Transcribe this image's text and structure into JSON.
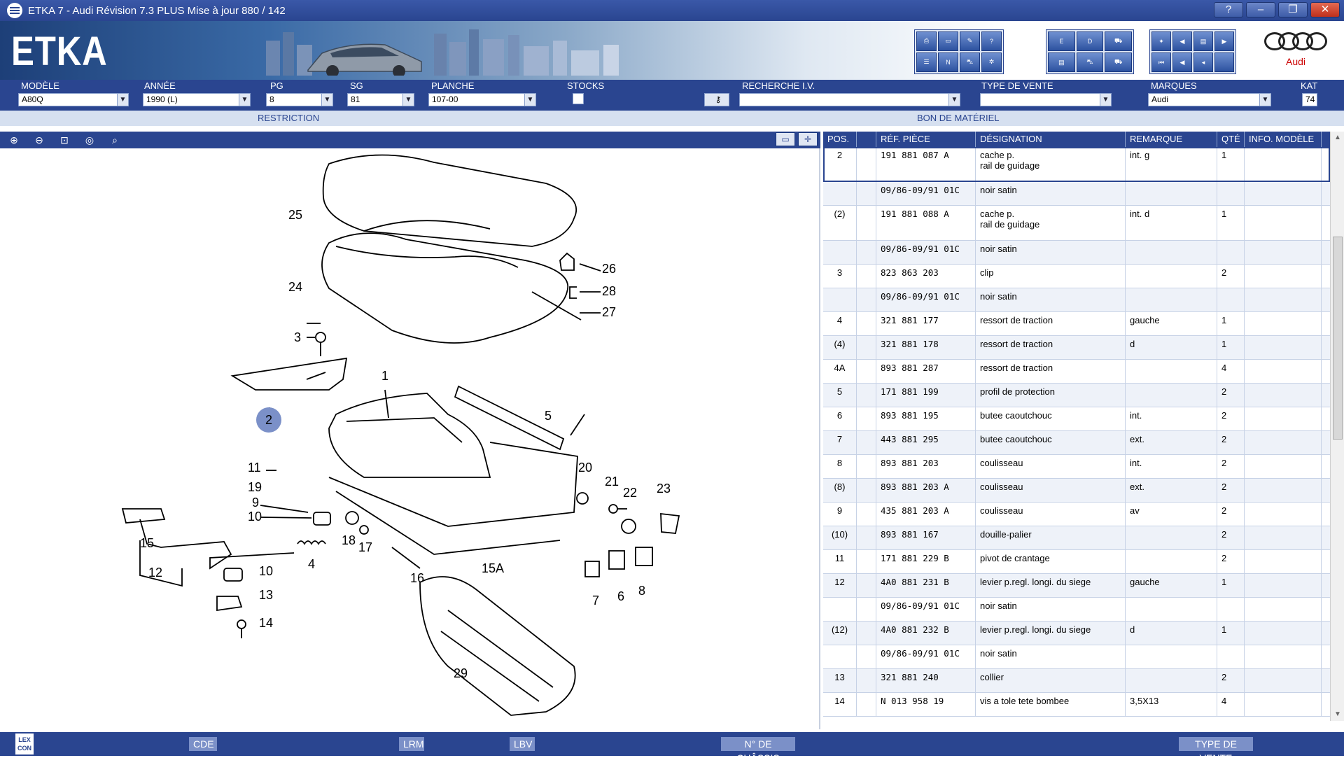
{
  "window": {
    "title": "ETKA 7 - Audi Révision 7.3 PLUS Mise à jour 880 / 142",
    "buttons": [
      "?",
      "–",
      "❐",
      "✕"
    ]
  },
  "banner": {
    "logo": "ETKA",
    "brand": "Audi"
  },
  "selectors": {
    "modele": {
      "label": "MODÈLE",
      "value": "A80Q"
    },
    "annee": {
      "label": "ANNÉE",
      "value": "1990 (L)"
    },
    "pg": {
      "label": "PG",
      "value": "8"
    },
    "sg": {
      "label": "SG",
      "value": "81"
    },
    "planche": {
      "label": "PLANCHE",
      "value": "107-00"
    },
    "stocks": {
      "label": "STOCKS"
    },
    "recherche": {
      "label": "RECHERCHE I.V.",
      "value": ""
    },
    "type_vente": {
      "label": "TYPE DE VENTE",
      "value": ""
    },
    "marques": {
      "label": "MARQUES",
      "value": "Audi"
    },
    "kat": {
      "label": "KAT",
      "value": "74"
    }
  },
  "bar2": {
    "restriction": "RESTRICTION",
    "bon": "BON DE MATÉRIEL"
  },
  "viewer": {
    "zoom_buttons": [
      "zoom-in-icon",
      "zoom-out-icon",
      "zoom-fit-icon",
      "zoom-100-icon",
      "search-icon"
    ],
    "callouts": [
      "25",
      "24",
      "26",
      "28",
      "27",
      "3",
      "1",
      "2",
      "5",
      "11",
      "19",
      "9",
      "10",
      "15",
      "12",
      "20",
      "21",
      "22",
      "23",
      "18",
      "17",
      "4",
      "16",
      "15A",
      "10",
      "13",
      "14",
      "7",
      "6",
      "8",
      "29"
    ]
  },
  "table": {
    "headers": {
      "pos": "POS.",
      "ref": "RÉF. PIÈCE",
      "des": "DÉSIGNATION",
      "rem": "REMARQUE",
      "qte": "QTÉ",
      "info": "INFO. MODÈLE"
    },
    "rows": [
      {
        "pos": "2",
        "ref": "191 881 087 A",
        "des": "cache p.\nrail de guidage",
        "rem": "int. g",
        "qte": "1",
        "info": ""
      },
      {
        "pos": "",
        "ref": "09/86-09/91 01C",
        "des": "noir satin",
        "rem": "",
        "qte": "",
        "info": ""
      },
      {
        "pos": "(2)",
        "ref": "191 881 088 A",
        "des": "cache p.\nrail de guidage",
        "rem": "int. d",
        "qte": "1",
        "info": ""
      },
      {
        "pos": "",
        "ref": "09/86-09/91 01C",
        "des": "noir satin",
        "rem": "",
        "qte": "",
        "info": ""
      },
      {
        "pos": "3",
        "ref": "823 863 203",
        "des": "clip",
        "rem": "",
        "qte": "2",
        "info": ""
      },
      {
        "pos": "",
        "ref": "09/86-09/91 01C",
        "des": "noir satin",
        "rem": "",
        "qte": "",
        "info": ""
      },
      {
        "pos": "4",
        "ref": "321 881 177",
        "des": "ressort de traction",
        "rem": "gauche",
        "qte": "1",
        "info": ""
      },
      {
        "pos": "(4)",
        "ref": "321 881 178",
        "des": "ressort de traction",
        "rem": "d",
        "qte": "1",
        "info": ""
      },
      {
        "pos": "4A",
        "ref": "893 881 287",
        "des": "ressort de traction",
        "rem": "",
        "qte": "4",
        "info": ""
      },
      {
        "pos": "5",
        "ref": "171 881 199",
        "des": "profil de protection",
        "rem": "",
        "qte": "2",
        "info": ""
      },
      {
        "pos": "6",
        "ref": "893 881 195",
        "des": "butee caoutchouc",
        "rem": "int.",
        "qte": "2",
        "info": ""
      },
      {
        "pos": "7",
        "ref": "443 881 295",
        "des": "butee caoutchouc",
        "rem": "ext.",
        "qte": "2",
        "info": ""
      },
      {
        "pos": "8",
        "ref": "893 881 203",
        "des": "coulisseau",
        "rem": "int.",
        "qte": "2",
        "info": ""
      },
      {
        "pos": "(8)",
        "ref": "893 881 203 A",
        "des": "coulisseau",
        "rem": "ext.",
        "qte": "2",
        "info": ""
      },
      {
        "pos": "9",
        "ref": "435 881 203 A",
        "des": "coulisseau",
        "rem": "av",
        "qte": "2",
        "info": ""
      },
      {
        "pos": "(10)",
        "ref": "893 881 167",
        "des": "douille-palier",
        "rem": "",
        "qte": "2",
        "info": ""
      },
      {
        "pos": "11",
        "ref": "171 881 229 B",
        "des": "pivot de crantage",
        "rem": "",
        "qte": "2",
        "info": ""
      },
      {
        "pos": "12",
        "ref": "4A0 881 231 B",
        "des": "levier p.regl. longi. du siege",
        "rem": "gauche",
        "qte": "1",
        "info": ""
      },
      {
        "pos": "",
        "ref": "09/86-09/91 01C",
        "des": "noir satin",
        "rem": "",
        "qte": "",
        "info": ""
      },
      {
        "pos": "(12)",
        "ref": "4A0 881 232 B",
        "des": "levier p.regl. longi. du siege",
        "rem": "d",
        "qte": "1",
        "info": ""
      },
      {
        "pos": "",
        "ref": "09/86-09/91 01C",
        "des": "noir satin",
        "rem": "",
        "qte": "",
        "info": ""
      },
      {
        "pos": "13",
        "ref": "321 881 240",
        "des": "collier",
        "rem": "",
        "qte": "2",
        "info": ""
      },
      {
        "pos": "14",
        "ref": "N  013 958 19",
        "des": "vis a tole tete bombee",
        "rem": "3,5X13",
        "qte": "4",
        "info": ""
      }
    ]
  },
  "statusbar": {
    "lex": "LEX\nCON",
    "cde": "CDE",
    "lrm": "LRM",
    "lbv": "LBV",
    "chassis": "N° DE CHÂSSIS",
    "type_vente": "TYPE DE VENTE"
  },
  "colors": {
    "primary": "#2a4590",
    "selected": "#7b90c8"
  }
}
